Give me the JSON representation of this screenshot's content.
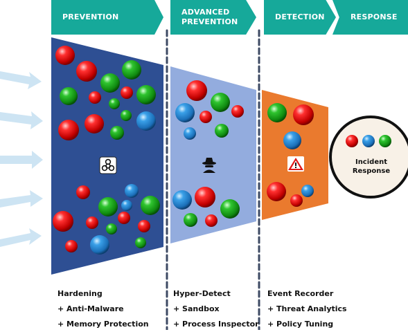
{
  "stages": {
    "prevention": {
      "label": "PREVENTION",
      "color": "#2e4f93",
      "items": [
        "Hardening",
        "+ Anti-Malware",
        "+ Memory Protection"
      ]
    },
    "advanced_prevention": {
      "label": "ADVANCED\nPREVENTION",
      "color": "#93acde",
      "items": [
        "Hyper-Detect",
        "+ Sandbox",
        "+ Process Inspector"
      ]
    },
    "detection": {
      "label": "DETECTION",
      "color": "#ea7a2e",
      "items": [
        "Event Recorder",
        "+ Threat Analytics",
        "+ Policy Tuning"
      ]
    },
    "response": {
      "label": "RESPONSE",
      "incident_label": "Incident\nResponse"
    }
  },
  "colors": {
    "header": "#16a99a",
    "arrow": "#cde4f3",
    "red": "#e01a1a",
    "green": "#1aa31a",
    "blue": "#2a8fd6",
    "divider": "#3d4a63"
  },
  "icons": {
    "prevention": "biohazard-icon",
    "advanced_prevention": "spy-icon",
    "detection": "warning-icon"
  }
}
